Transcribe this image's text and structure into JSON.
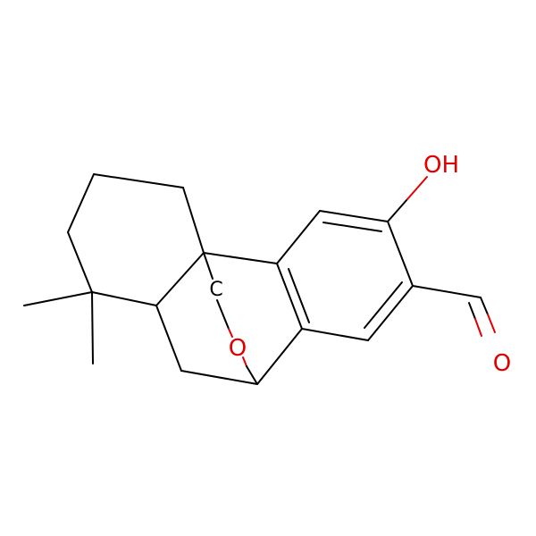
{
  "molecule": {
    "atoms": {
      "hydroxyl": "OH",
      "bridge_oxygen": "O",
      "aldehyde_oxygen": "O",
      "bridge_carbon": "C"
    },
    "colors": {
      "bond": "#000000",
      "heteroatom": "#e00000",
      "background": "#ffffff"
    }
  }
}
